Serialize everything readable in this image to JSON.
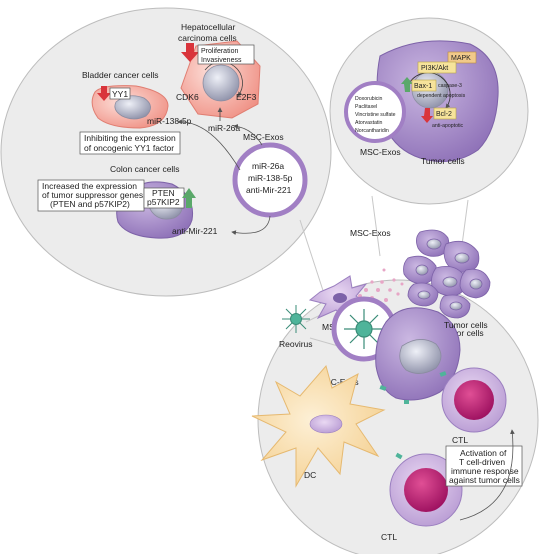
{
  "top_left": {
    "hcc": {
      "title_line1": "Hepatocellular",
      "title_line2": "carcinoma cells",
      "prolif": "Proliferation",
      "invas": "Invasiveness",
      "gene_a": "CDK6",
      "gene_b": "E2F3",
      "mirna": "miR-26a"
    },
    "bladder": {
      "title": "Bladder cancer cells",
      "gene": "YY1",
      "mirna": "miR-138-5p",
      "note_line1": "Inhibiting the expression",
      "note_line2": "of oncogenic YY1 factor"
    },
    "colon": {
      "title": "Colon cancer cells",
      "note_line1": "Increased the expression",
      "note_line2": "of tumor suppressor genes",
      "note_line3": "(PTEN and p57KIP2)",
      "gene_a": "PTEN",
      "gene_b": "p57KIP2",
      "mirna": "anti-Mir-221"
    },
    "exos": {
      "title": "MSC-Exos",
      "line1": "miR-26a",
      "line2": "miR-138-5p",
      "line3": "anti-Mir-221"
    }
  },
  "top_right": {
    "mapk": "MAPK",
    "pi3k": "PI3K/Akt",
    "bax": "Bax-1",
    "casp_line1": "caspase-3",
    "casp_line2": "dependent apoptosis",
    "bcl": "Bcl-2",
    "anti": "anti-apoptotic",
    "drugs": [
      "Doxorubicin",
      "Paclitaxel",
      "Vincristine sulfate",
      "Atorvastatin",
      "Norcantharidin"
    ],
    "exos_label": "MSC-Exos",
    "tumor_label": "Tumor cells"
  },
  "middle": {
    "exos": "MSC-Exos",
    "msc": "MSC",
    "reovirus": "Reovirus",
    "tumor": "Tumor cells"
  },
  "bottom": {
    "exos": "MSC-Exos",
    "tumor": "Tumor cells",
    "ctl_top": "CTL",
    "dc": "DC",
    "ctl_bottom": "CTL",
    "act_line1": "Activation of",
    "act_line2": "T cell-driven",
    "act_line3": "immune response",
    "act_line4": "against tumor cells"
  },
  "colors": {
    "bubble": "#dcdcdc",
    "purple": "#9b7fc0",
    "pink": "#f3a49a",
    "dc": "#f7d9a6",
    "ctl": "#c5afdc",
    "nucleus": "#b0186a",
    "green": "#5aa86a",
    "red": "#d9343b",
    "teal": "#4fb49a"
  }
}
